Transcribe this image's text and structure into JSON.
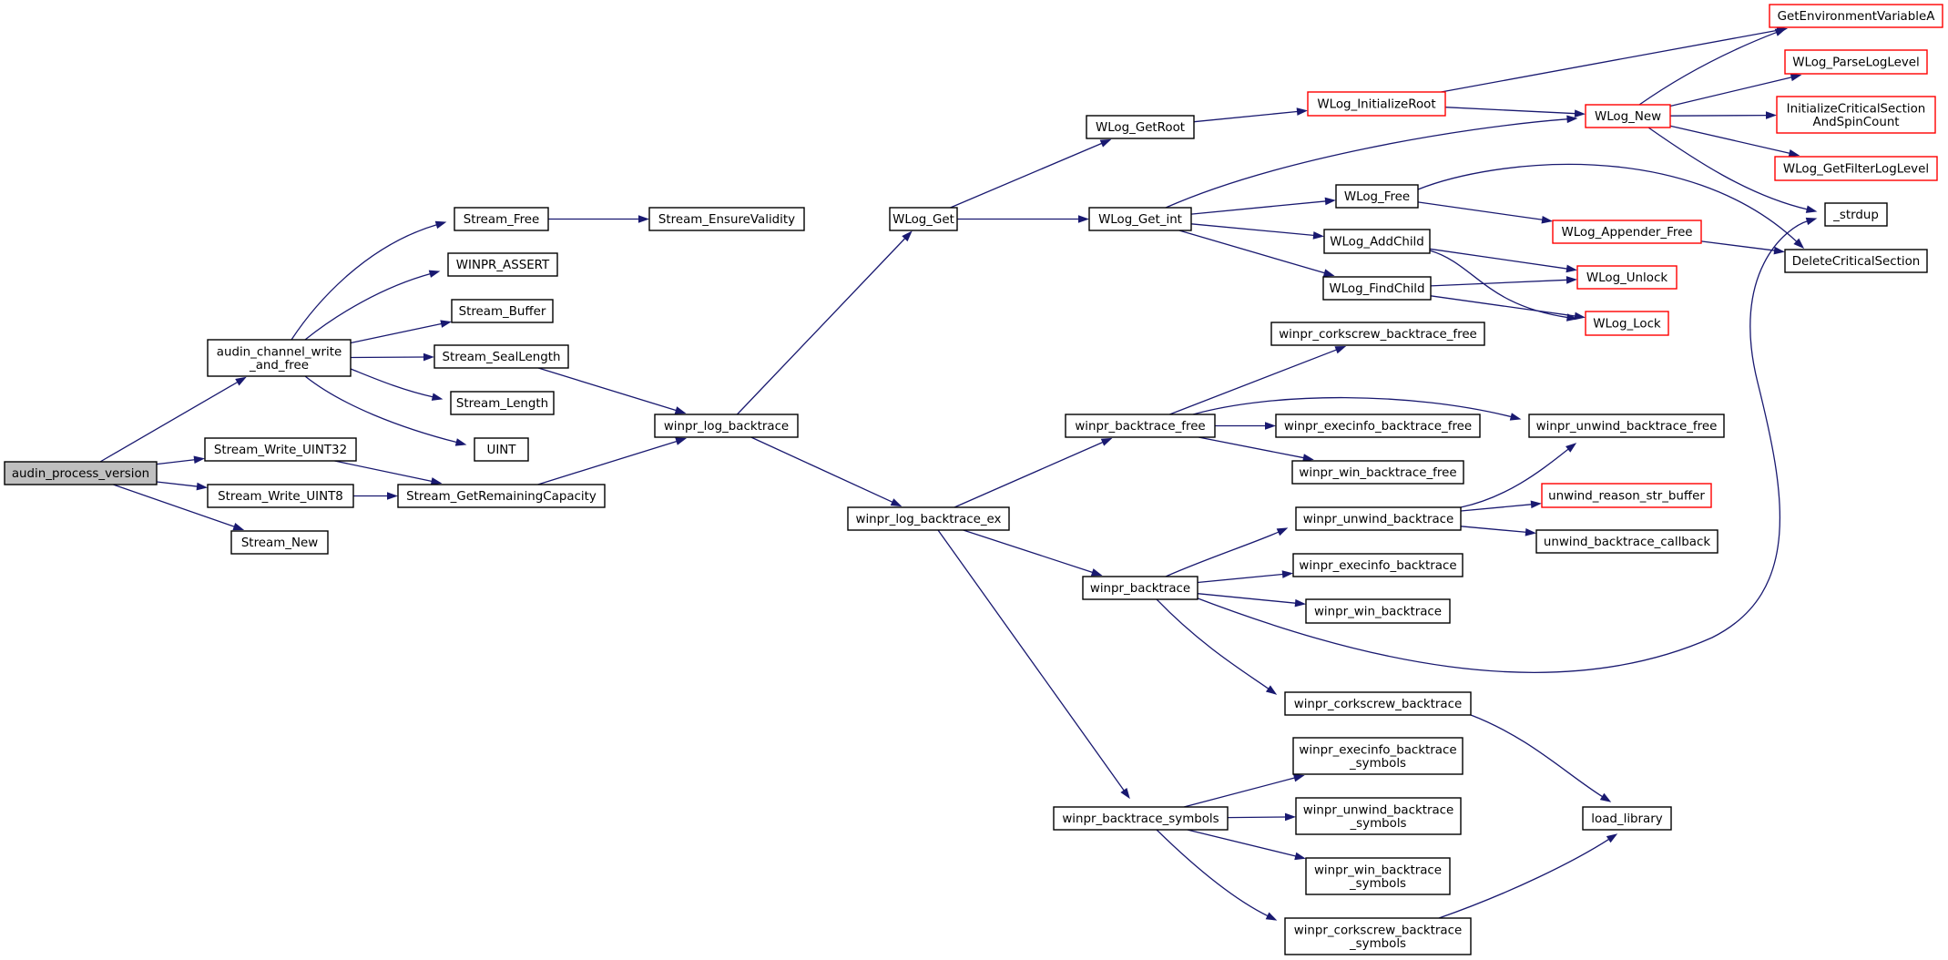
{
  "colors": {
    "edge": "#191970",
    "node_border": "#000000",
    "node_border_truncated": "#ff0000",
    "root_fill": "#bfbfbf",
    "node_fill": "#ffffff"
  },
  "nodes": [
    {
      "id": "audin_process_version",
      "lines": [
        "audin_process_version"
      ],
      "style": "root"
    },
    {
      "id": "audin_channel_write_and_free",
      "lines": [
        "audin_channel_write",
        "_and_free"
      ],
      "style": "normal"
    },
    {
      "id": "Stream_Write_UINT32",
      "lines": [
        "Stream_Write_UINT32"
      ],
      "style": "normal"
    },
    {
      "id": "Stream_Write_UINT8",
      "lines": [
        "Stream_Write_UINT8"
      ],
      "style": "normal"
    },
    {
      "id": "Stream_New",
      "lines": [
        "Stream_New"
      ],
      "style": "normal"
    },
    {
      "id": "Stream_Free",
      "lines": [
        "Stream_Free"
      ],
      "style": "normal"
    },
    {
      "id": "WINPR_ASSERT",
      "lines": [
        "WINPR_ASSERT"
      ],
      "style": "normal"
    },
    {
      "id": "Stream_Buffer",
      "lines": [
        "Stream_Buffer"
      ],
      "style": "normal"
    },
    {
      "id": "Stream_SealLength",
      "lines": [
        "Stream_SealLength"
      ],
      "style": "normal"
    },
    {
      "id": "Stream_Length",
      "lines": [
        "Stream_Length"
      ],
      "style": "normal"
    },
    {
      "id": "UINT",
      "lines": [
        "UINT"
      ],
      "style": "normal"
    },
    {
      "id": "Stream_GetRemainingCapacity",
      "lines": [
        "Stream_GetRemainingCapacity"
      ],
      "style": "normal"
    },
    {
      "id": "Stream_EnsureValidity",
      "lines": [
        "Stream_EnsureValidity"
      ],
      "style": "normal"
    },
    {
      "id": "winpr_log_backtrace",
      "lines": [
        "winpr_log_backtrace"
      ],
      "style": "normal"
    },
    {
      "id": "WLog_Get",
      "lines": [
        "WLog_Get"
      ],
      "style": "normal"
    },
    {
      "id": "winpr_log_backtrace_ex",
      "lines": [
        "winpr_log_backtrace_ex"
      ],
      "style": "normal"
    },
    {
      "id": "WLog_GetRoot",
      "lines": [
        "WLog_GetRoot"
      ],
      "style": "normal"
    },
    {
      "id": "WLog_Get_int",
      "lines": [
        "WLog_Get_int"
      ],
      "style": "normal"
    },
    {
      "id": "WLog_InitializeRoot",
      "lines": [
        "WLog_InitializeRoot"
      ],
      "style": "truncated"
    },
    {
      "id": "WLog_New",
      "lines": [
        "WLog_New"
      ],
      "style": "truncated"
    },
    {
      "id": "WLog_Free",
      "lines": [
        "WLog_Free"
      ],
      "style": "normal"
    },
    {
      "id": "WLog_AddChild",
      "lines": [
        "WLog_AddChild"
      ],
      "style": "normal"
    },
    {
      "id": "WLog_FindChild",
      "lines": [
        "WLog_FindChild"
      ],
      "style": "normal"
    },
    {
      "id": "WLog_Appender_Free",
      "lines": [
        "WLog_Appender_Free"
      ],
      "style": "truncated"
    },
    {
      "id": "WLog_Unlock",
      "lines": [
        "WLog_Unlock"
      ],
      "style": "truncated"
    },
    {
      "id": "WLog_Lock",
      "lines": [
        "WLog_Lock"
      ],
      "style": "truncated"
    },
    {
      "id": "GetEnvironmentVariableA",
      "lines": [
        "GetEnvironmentVariableA"
      ],
      "style": "truncated"
    },
    {
      "id": "WLog_ParseLogLevel",
      "lines": [
        "WLog_ParseLogLevel"
      ],
      "style": "truncated"
    },
    {
      "id": "InitializeCriticalSectionAndSpinCount",
      "lines": [
        "InitializeCriticalSection",
        "AndSpinCount"
      ],
      "style": "truncated"
    },
    {
      "id": "WLog_GetFilterLogLevel",
      "lines": [
        "WLog_GetFilterLogLevel"
      ],
      "style": "truncated"
    },
    {
      "id": "_strdup",
      "lines": [
        "_strdup"
      ],
      "style": "normal"
    },
    {
      "id": "DeleteCriticalSection",
      "lines": [
        "DeleteCriticalSection"
      ],
      "style": "normal"
    },
    {
      "id": "winpr_backtrace_free",
      "lines": [
        "winpr_backtrace_free"
      ],
      "style": "normal"
    },
    {
      "id": "winpr_corkscrew_backtrace_free",
      "lines": [
        "winpr_corkscrew_backtrace_free"
      ],
      "style": "normal"
    },
    {
      "id": "winpr_execinfo_backtrace_free",
      "lines": [
        "winpr_execinfo_backtrace_free"
      ],
      "style": "normal"
    },
    {
      "id": "winpr_win_backtrace_free",
      "lines": [
        "winpr_win_backtrace_free"
      ],
      "style": "normal"
    },
    {
      "id": "winpr_unwind_backtrace_free",
      "lines": [
        "winpr_unwind_backtrace_free"
      ],
      "style": "normal"
    },
    {
      "id": "winpr_backtrace",
      "lines": [
        "winpr_backtrace"
      ],
      "style": "normal"
    },
    {
      "id": "winpr_unwind_backtrace",
      "lines": [
        "winpr_unwind_backtrace"
      ],
      "style": "normal"
    },
    {
      "id": "unwind_reason_str_buffer",
      "lines": [
        "unwind_reason_str_buffer"
      ],
      "style": "truncated"
    },
    {
      "id": "unwind_backtrace_callback",
      "lines": [
        "unwind_backtrace_callback"
      ],
      "style": "normal"
    },
    {
      "id": "winpr_execinfo_backtrace",
      "lines": [
        "winpr_execinfo_backtrace"
      ],
      "style": "normal"
    },
    {
      "id": "winpr_win_backtrace",
      "lines": [
        "winpr_win_backtrace"
      ],
      "style": "normal"
    },
    {
      "id": "winpr_corkscrew_backtrace",
      "lines": [
        "winpr_corkscrew_backtrace"
      ],
      "style": "normal"
    },
    {
      "id": "winpr_backtrace_symbols",
      "lines": [
        "winpr_backtrace_symbols"
      ],
      "style": "normal"
    },
    {
      "id": "winpr_execinfo_backtrace_symbols",
      "lines": [
        "winpr_execinfo_backtrace",
        "_symbols"
      ],
      "style": "normal"
    },
    {
      "id": "winpr_unwind_backtrace_symbols",
      "lines": [
        "winpr_unwind_backtrace",
        "_symbols"
      ],
      "style": "normal"
    },
    {
      "id": "winpr_win_backtrace_symbols",
      "lines": [
        "winpr_win_backtrace",
        "_symbols"
      ],
      "style": "normal"
    },
    {
      "id": "winpr_corkscrew_backtrace_symbols",
      "lines": [
        "winpr_corkscrew_backtrace",
        "_symbols"
      ],
      "style": "normal"
    },
    {
      "id": "load_library",
      "lines": [
        "load_library"
      ],
      "style": "normal"
    }
  ],
  "edges": [
    [
      "audin_process_version",
      "audin_channel_write_and_free"
    ],
    [
      "audin_process_version",
      "Stream_Write_UINT32"
    ],
    [
      "audin_process_version",
      "Stream_Write_UINT8"
    ],
    [
      "audin_process_version",
      "Stream_New"
    ],
    [
      "audin_channel_write_and_free",
      "Stream_Free"
    ],
    [
      "audin_channel_write_and_free",
      "WINPR_ASSERT"
    ],
    [
      "audin_channel_write_and_free",
      "Stream_Buffer"
    ],
    [
      "audin_channel_write_and_free",
      "Stream_SealLength"
    ],
    [
      "audin_channel_write_and_free",
      "Stream_Length"
    ],
    [
      "audin_channel_write_and_free",
      "UINT"
    ],
    [
      "Stream_Free",
      "Stream_EnsureValidity"
    ],
    [
      "Stream_SealLength",
      "winpr_log_backtrace"
    ],
    [
      "Stream_Write_UINT32",
      "Stream_GetRemainingCapacity"
    ],
    [
      "Stream_Write_UINT8",
      "Stream_GetRemainingCapacity"
    ],
    [
      "Stream_GetRemainingCapacity",
      "winpr_log_backtrace"
    ],
    [
      "winpr_log_backtrace",
      "WLog_Get"
    ],
    [
      "winpr_log_backtrace",
      "winpr_log_backtrace_ex"
    ],
    [
      "WLog_Get",
      "WLog_GetRoot"
    ],
    [
      "WLog_Get",
      "WLog_Get_int"
    ],
    [
      "WLog_GetRoot",
      "WLog_InitializeRoot"
    ],
    [
      "WLog_InitializeRoot",
      "GetEnvironmentVariableA"
    ],
    [
      "WLog_InitializeRoot",
      "WLog_New"
    ],
    [
      "WLog_Get_int",
      "WLog_New"
    ],
    [
      "WLog_Get_int",
      "WLog_Free"
    ],
    [
      "WLog_Get_int",
      "WLog_AddChild"
    ],
    [
      "WLog_Get_int",
      "WLog_FindChild"
    ],
    [
      "WLog_New",
      "GetEnvironmentVariableA"
    ],
    [
      "WLog_New",
      "WLog_ParseLogLevel"
    ],
    [
      "WLog_New",
      "InitializeCriticalSectionAndSpinCount"
    ],
    [
      "WLog_New",
      "WLog_GetFilterLogLevel"
    ],
    [
      "WLog_New",
      "_strdup"
    ],
    [
      "WLog_Free",
      "WLog_Appender_Free"
    ],
    [
      "WLog_Free",
      "DeleteCriticalSection"
    ],
    [
      "WLog_Appender_Free",
      "DeleteCriticalSection"
    ],
    [
      "WLog_AddChild",
      "WLog_Unlock"
    ],
    [
      "WLog_AddChild",
      "WLog_Lock"
    ],
    [
      "WLog_FindChild",
      "WLog_Unlock"
    ],
    [
      "WLog_FindChild",
      "WLog_Lock"
    ],
    [
      "winpr_log_backtrace_ex",
      "winpr_backtrace_free"
    ],
    [
      "winpr_log_backtrace_ex",
      "winpr_backtrace"
    ],
    [
      "winpr_log_backtrace_ex",
      "winpr_backtrace_symbols"
    ],
    [
      "winpr_backtrace_free",
      "winpr_corkscrew_backtrace_free"
    ],
    [
      "winpr_backtrace_free",
      "winpr_unwind_backtrace_free"
    ],
    [
      "winpr_backtrace_free",
      "winpr_execinfo_backtrace_free"
    ],
    [
      "winpr_backtrace_free",
      "winpr_win_backtrace_free"
    ],
    [
      "winpr_backtrace",
      "winpr_unwind_backtrace"
    ],
    [
      "winpr_backtrace",
      "winpr_execinfo_backtrace"
    ],
    [
      "winpr_backtrace",
      "winpr_win_backtrace"
    ],
    [
      "winpr_backtrace",
      "_strdup"
    ],
    [
      "winpr_backtrace",
      "winpr_corkscrew_backtrace"
    ],
    [
      "winpr_unwind_backtrace",
      "winpr_unwind_backtrace_free"
    ],
    [
      "winpr_unwind_backtrace",
      "unwind_reason_str_buffer"
    ],
    [
      "winpr_unwind_backtrace",
      "unwind_backtrace_callback"
    ],
    [
      "winpr_corkscrew_backtrace",
      "load_library"
    ],
    [
      "winpr_backtrace_symbols",
      "winpr_execinfo_backtrace_symbols"
    ],
    [
      "winpr_backtrace_symbols",
      "winpr_unwind_backtrace_symbols"
    ],
    [
      "winpr_backtrace_symbols",
      "winpr_win_backtrace_symbols"
    ],
    [
      "winpr_backtrace_symbols",
      "winpr_corkscrew_backtrace_symbols"
    ],
    [
      "winpr_corkscrew_backtrace_symbols",
      "load_library"
    ]
  ]
}
